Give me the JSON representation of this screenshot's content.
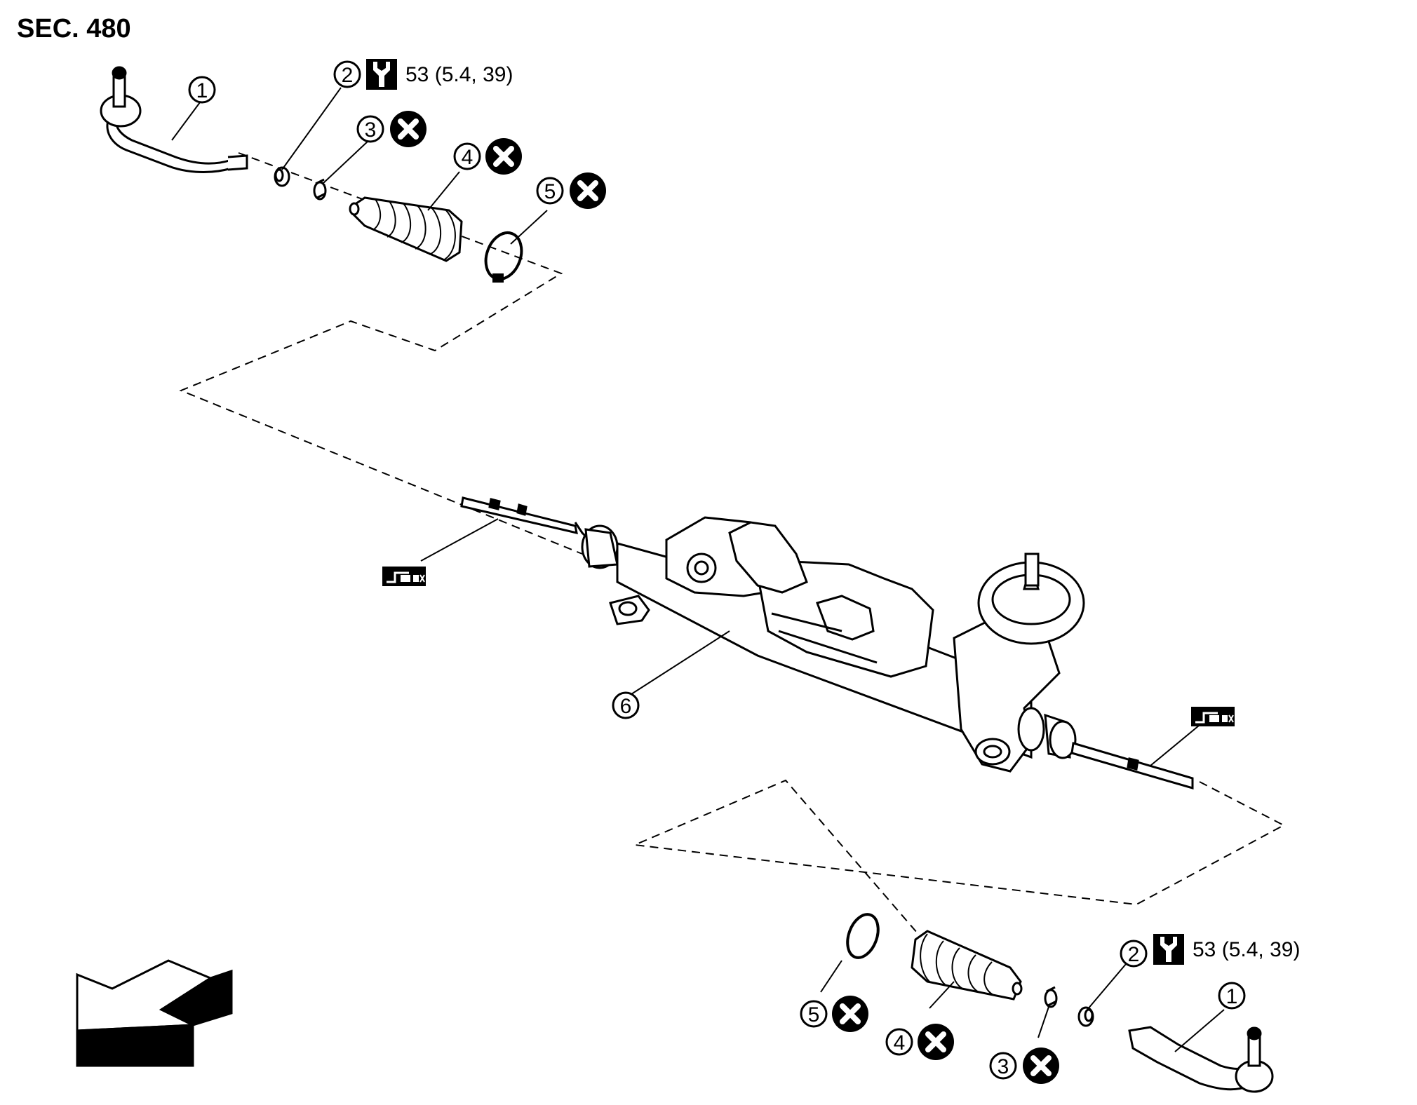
{
  "header": {
    "section": "SEC. 480"
  },
  "callouts": {
    "c1": "1",
    "c2": "2",
    "c3": "3",
    "c4": "4",
    "c5": "5",
    "c6": "6"
  },
  "torque": {
    "value": "53 (5.4, 39)"
  },
  "icons": {
    "torque_symbol": "torque-wrench-icon",
    "do_not_reuse": "x-circle-icon",
    "grease": "grease-application-icon",
    "front_arrow": "front-direction-arrow-icon"
  },
  "colors": {
    "line": "#000000",
    "fill": "#ffffff"
  }
}
